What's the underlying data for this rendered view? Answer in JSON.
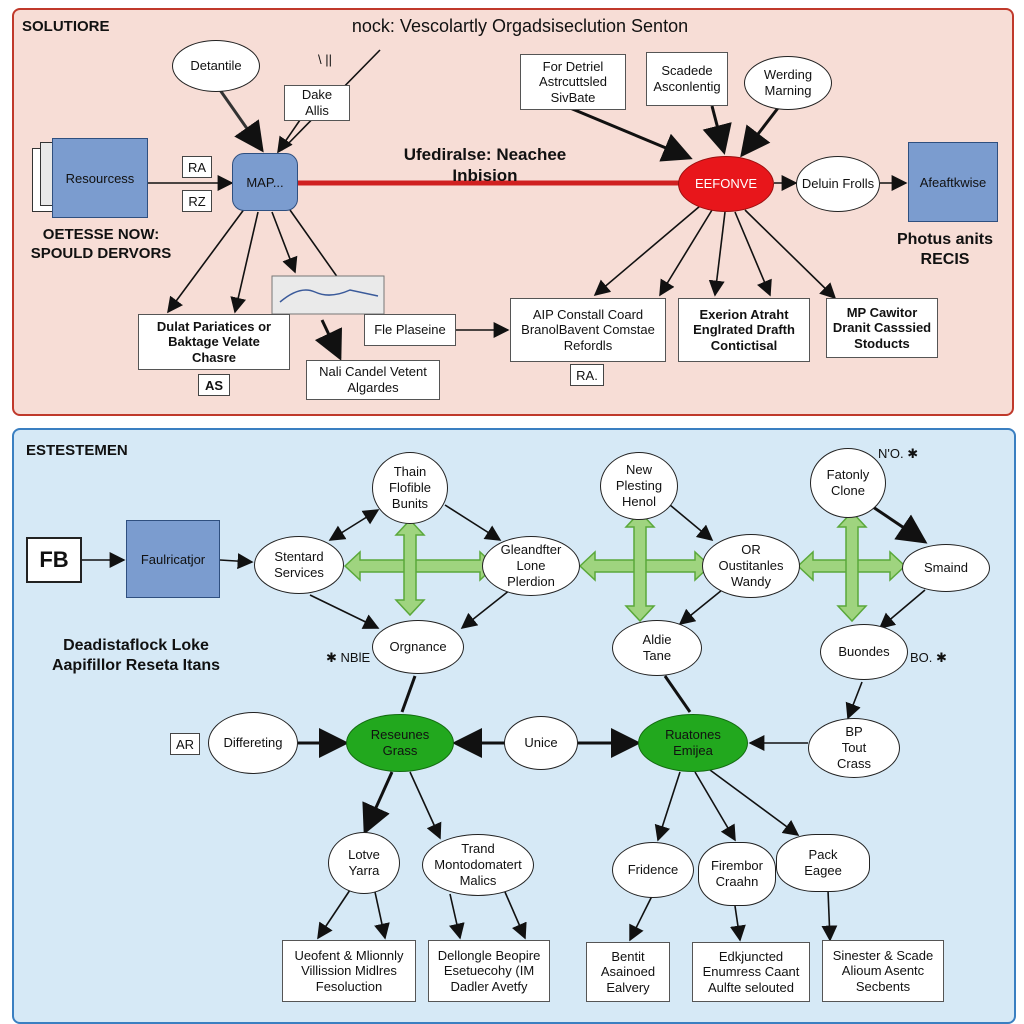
{
  "top": {
    "section_label": "SOLUTIORE",
    "title": "nock: Vescolartly Orgadsiseclution Senton",
    "center_label": "Ufediralse: Neachee\nInbision",
    "resources": "Resourcess",
    "left_caption": "OETESSE NOW:\nSPOULD DERVORS",
    "ra": "RA",
    "rz": "RZ",
    "map": "MAP...",
    "detantile": "Detantile",
    "dake": "Dake\nAllis",
    "top_marks": "\\ ||",
    "dulat": "Dulat Pariatices or\nBaktage Velate\nChasre",
    "as": "AS",
    "fle_plaseine": "Fle Plaseine",
    "nali": "Nali Candel Vetent\nAlgardes",
    "for_detriel": "For Detriel\nAstrcuttsled\nSivBate",
    "scadede": "Scadede\nAsconlentig",
    "werding": "Werding\nMarning",
    "eefonvl": "EEFONVE",
    "deluin": "Deluin\nFrolls",
    "afeaftkwise": "Afeaftkwise",
    "photus": "Photus anits\nRECIS",
    "aip": "AIP Constall Coard\nBranolBavent Comstae\nRefordls",
    "ra2": "RA.",
    "exerion": "Exerion Atraht\nEnglrated Drafth\nContictisal",
    "mp": "MP Cawitor\nDranit Casssied\nStoducts"
  },
  "bottom": {
    "section_label": "ESTESTEMEN",
    "fb": "FB",
    "faulricatjor": "Faulricatjor",
    "dead_label": "Deadistaflock Loke\nAapifillor Reseta Itans",
    "thain": "Thain\nFlofible\nBunits",
    "new_plesting": "New\nPlesting\nHenol",
    "fatonly": "Fatonly\nClone",
    "no_mark": "N'O. ✱",
    "stentard": "Stentard\nServices",
    "gleandfter": "Gleandfter\nLone\nPlerdion",
    "or_oustitanles": "OR\nOustitanles\nWandy",
    "smaind": "Smaind",
    "ordnance": "Orgnance",
    "nb_mark": "✱ NBlE",
    "alole": "Aldie\nTane",
    "buondes": "Buondes",
    "bo_mark": "BO. ✱",
    "ar": "AR",
    "diffreting": "Differeting",
    "resetunes": "Reseunes\nGrass",
    "unice": "Unice",
    "ruatones": "Ruatones\nEmijea",
    "bp": "BP\nTout\nCrass",
    "lotve": "Lotve\nYarra",
    "trand": "Trand\nMontodomatert\nMalics",
    "fridence": "Fridence",
    "firembor": "Firembor\nCraahn",
    "pack": "Pack\nEagee",
    "b1": "Ueofent & Mlionnly\nVillission Midlres\nFesoluction",
    "b2": "Dellongle Beopire\nEsetuecohy (IM\nDadler Avetfy",
    "b3": "Bentit\nAsainoed\nEalvery",
    "b4": "Edkjuncted\nEnumress Caant\nAulfte selouted",
    "b5": "Sinester & Scade\nAlioum Asentc\nSecbents"
  },
  "colors": {
    "top_bg": "#f7ddd6",
    "top_border": "#c0392b",
    "bottom_bg": "#d6e9f6",
    "bottom_border": "#3a7fc1",
    "blue_box": "#7b9ccf",
    "red_node": "#e8161b",
    "green_node": "#22a81e",
    "green_arrow": "#9fd47f"
  }
}
